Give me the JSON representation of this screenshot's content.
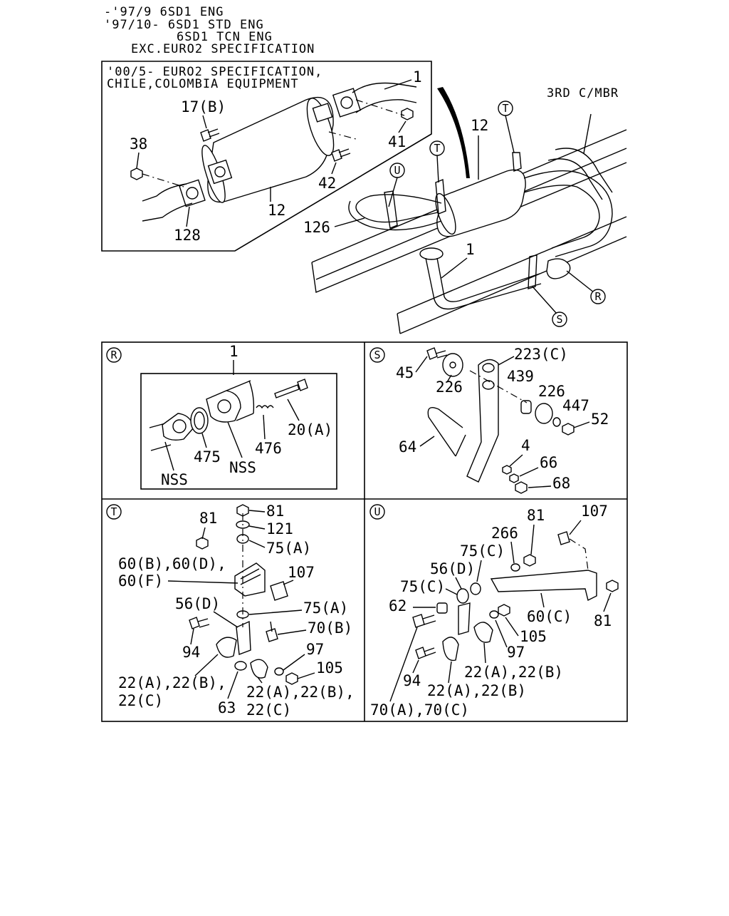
{
  "header": {
    "line1": "-'97/9 6SD1 ENG",
    "line2": "'97/10- 6SD1 STD ENG",
    "line3": "6SD1 TCN ENG",
    "line4": "EXC.EURO2 SPECIFICATION"
  },
  "inset": {
    "title1": "'00/5- EURO2 SPECIFICATION,",
    "title2": "CHILE,COLOMBIA EQUIPMENT",
    "labels": {
      "p1": "1",
      "p17b": "17(B)",
      "p38": "38",
      "p41": "41",
      "p42": "42",
      "p12": "12",
      "p128": "128"
    }
  },
  "main": {
    "crossmember": "3RD C/MBR",
    "labels": {
      "p12": "12",
      "p126": "126",
      "p1": "1"
    },
    "callouts": {
      "t1": "T",
      "t2": "T",
      "u": "U",
      "r": "R",
      "s": "S"
    }
  },
  "detail_r": {
    "key": "R",
    "labels": {
      "p1": "1",
      "p20a": "20(A)",
      "p475": "475",
      "p476": "476",
      "nss1": "NSS",
      "nss2": "NSS"
    }
  },
  "detail_s": {
    "key": "S",
    "labels": {
      "p45": "45",
      "p226a": "226",
      "p223c": "223(C)",
      "p439": "439",
      "p226b": "226",
      "p447": "447",
      "p52": "52",
      "p64": "64",
      "p4": "4",
      "p66": "66",
      "p68": "68"
    }
  },
  "detail_t": {
    "key": "T",
    "labels": {
      "p81a": "81",
      "p81b": "81",
      "p121": "121",
      "p75a1": "75(A)",
      "p60": "60(B),60(D),",
      "p60f": "60(F)",
      "p107": "107",
      "p56d": "56(D)",
      "p75a2": "75(A)",
      "p70b": "70(B)",
      "p94": "94",
      "p97": "97",
      "p105": "105",
      "p22a": "22(A),22(B),",
      "p22c": "22(C)",
      "p63": "63",
      "p22b": "22(A),22(B),",
      "p22c2": "22(C)"
    }
  },
  "detail_u": {
    "key": "U",
    "labels": {
      "p81a": "81",
      "p107": "107",
      "p266": "266",
      "p75c1": "75(C)",
      "p56d": "56(D)",
      "p75c2": "75(C)",
      "p62": "62",
      "p60c": "60(C)",
      "p81b": "81",
      "p105": "105",
      "p97": "97",
      "p22ab1": "22(A),22(B)",
      "p94": "94",
      "p22ab2": "22(A),22(B)",
      "p70": "70(A),70(C)"
    }
  }
}
